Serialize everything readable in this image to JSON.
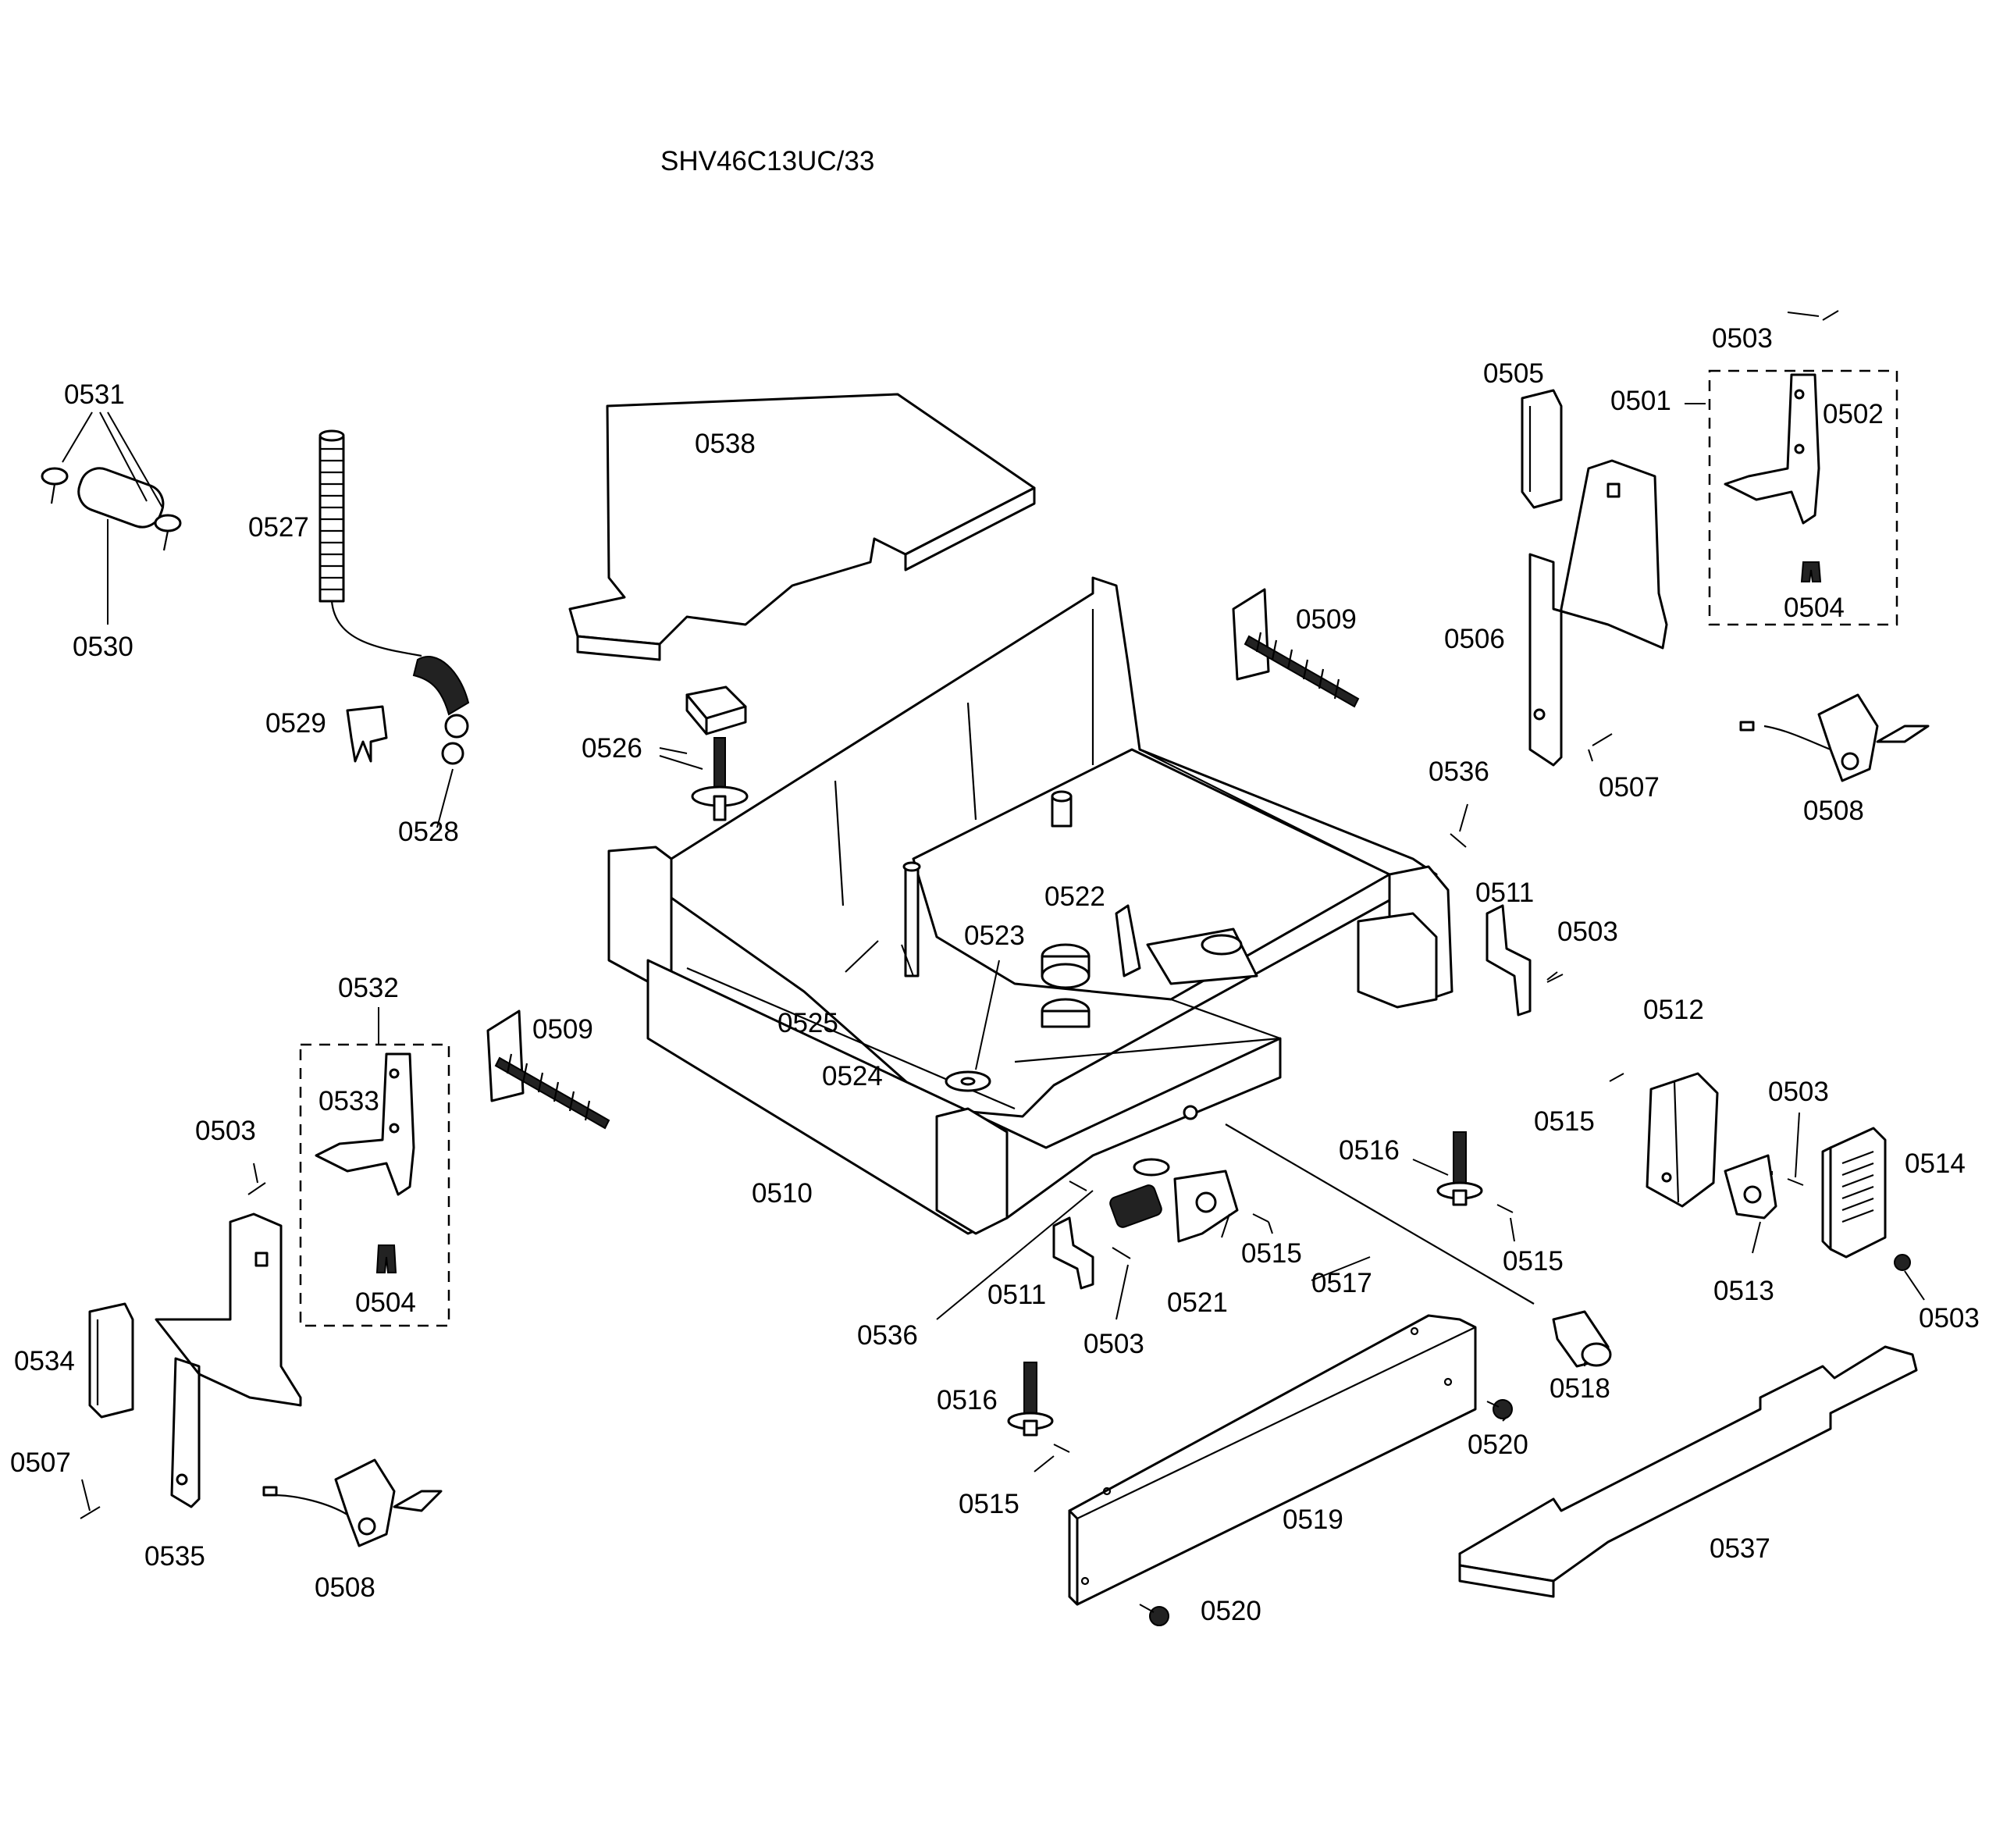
{
  "title": "SHV46C13UC/33",
  "labels": {
    "l0501": "0501",
    "l0502": "0502",
    "l0503a": "0503",
    "l0503b": "0503",
    "l0503c": "0503",
    "l0503d": "0503",
    "l0503e": "0503",
    "l0503f": "0503",
    "l0504a": "0504",
    "l0504b": "0504",
    "l0505": "0505",
    "l0506": "0506",
    "l0507a": "0507",
    "l0507b": "0507",
    "l0508a": "0508",
    "l0508b": "0508",
    "l0509a": "0509",
    "l0509b": "0509",
    "l0510": "0510",
    "l0511a": "0511",
    "l0511b": "0511",
    "l0512": "0512",
    "l0513": "0513",
    "l0514": "0514",
    "l0515a": "0515",
    "l0515b": "0515",
    "l0515c": "0515",
    "l0515d": "0515",
    "l0516a": "0516",
    "l0516b": "0516",
    "l0517": "0517",
    "l0518": "0518",
    "l0519": "0519",
    "l0520a": "0520",
    "l0520b": "0520",
    "l0521": "0521",
    "l0522": "0522",
    "l0523": "0523",
    "l0524": "0524",
    "l0525": "0525",
    "l0526": "0526",
    "l0527": "0527",
    "l0528": "0528",
    "l0529": "0529",
    "l0530": "0530",
    "l0531": "0531",
    "l0532": "0532",
    "l0533": "0533",
    "l0534": "0534",
    "l0535": "0535",
    "l0536a": "0536",
    "l0536b": "0536",
    "l0537": "0537",
    "l0538": "0538"
  }
}
